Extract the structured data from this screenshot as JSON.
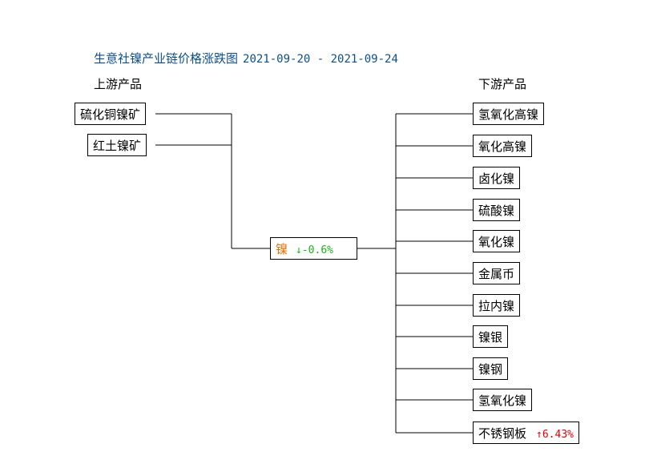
{
  "title": {
    "text": "生意社镍产业链价格涨跌图",
    "dates": "2021-09-20 - 2021-09-24"
  },
  "upstream": {
    "heading": "上游产品",
    "items": [
      "硫化铜镍矿",
      "红土镍矿"
    ]
  },
  "center": {
    "label": "镍",
    "change": "↓-0.6%",
    "change_color": "#17b517",
    "label_color": "#e87000"
  },
  "downstream": {
    "heading": "下游产品",
    "items": [
      "氢氧化高镍",
      "氧化高镍",
      "卤化镍",
      "硫酸镍",
      "氧化镍",
      "金属币",
      "拉内镍",
      "镍银",
      "镍钢",
      "氢氧化镍",
      "不锈钢板"
    ],
    "last_change": "↑6.43%",
    "last_change_color": "#e60000"
  },
  "colors": {
    "title": "#0b4f8a",
    "lines": "#000000"
  }
}
